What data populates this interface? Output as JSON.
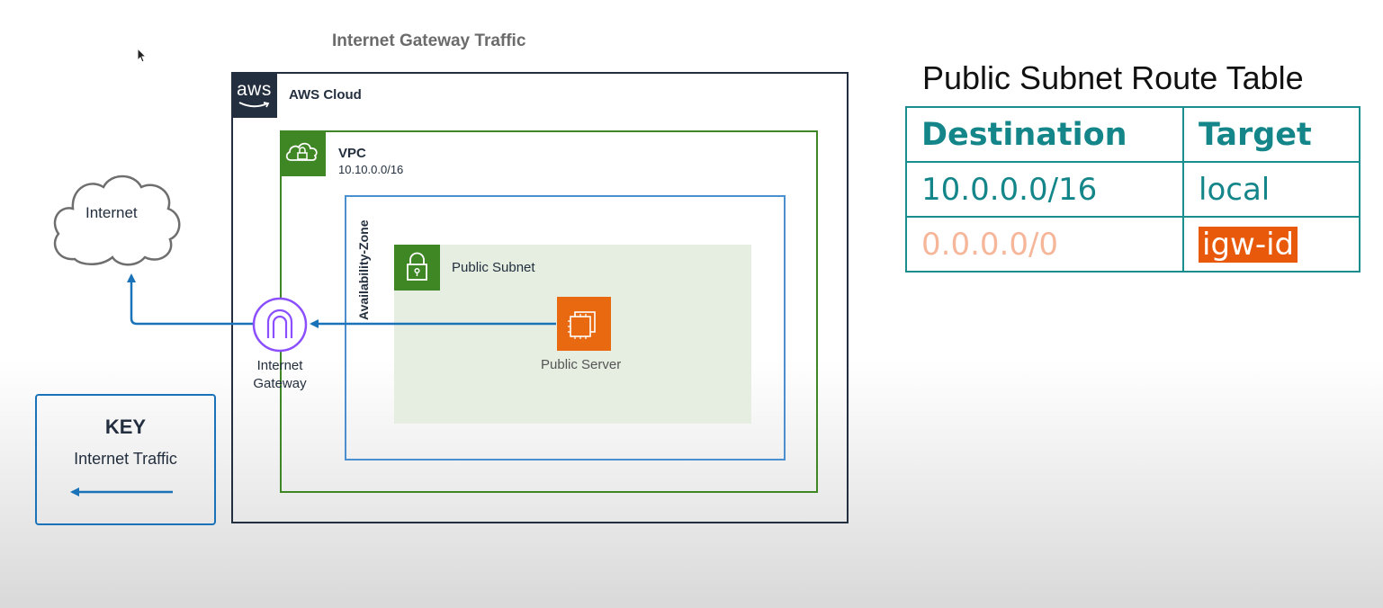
{
  "diagram": {
    "title": "Internet Gateway Traffic",
    "aws_cloud_label": "AWS Cloud",
    "aws_logo_text": "aws",
    "vpc_label": "VPC",
    "vpc_cidr": "10.10.0.0/16",
    "az_label": "Availability-Zone",
    "subnet_label": "Public Subnet",
    "server_label": "Public Server",
    "igw_label_line1": "Internet",
    "igw_label_line2": "Gateway",
    "internet_label": "Internet"
  },
  "key": {
    "title": "KEY",
    "subtitle": "Internet Traffic"
  },
  "route_table": {
    "title": "Public Subnet Route Table",
    "headers": [
      "Destination",
      "Target"
    ],
    "rows": [
      {
        "destination": "10.0.0.0/16",
        "target": "local"
      },
      {
        "destination": "0.0.0.0/0",
        "target": "igw-id"
      }
    ]
  },
  "colors": {
    "aws_dark": "#232f3e",
    "vpc_green": "#3f8624",
    "az_blue": "#4a90d0",
    "subnet_fill": "#e5eee1",
    "server_orange": "#e8690f",
    "igw_purple": "#8c4fff",
    "traffic_arrow": "#1a73b8",
    "table_teal": "#14868a",
    "highlight_orange": "#e8590c"
  },
  "icons": [
    "aws-logo-icon",
    "vpc-cloud-lock-icon",
    "subnet-lock-icon",
    "ec2-server-icon",
    "internet-gateway-icon",
    "internet-cloud-icon",
    "mouse-cursor-icon"
  ]
}
